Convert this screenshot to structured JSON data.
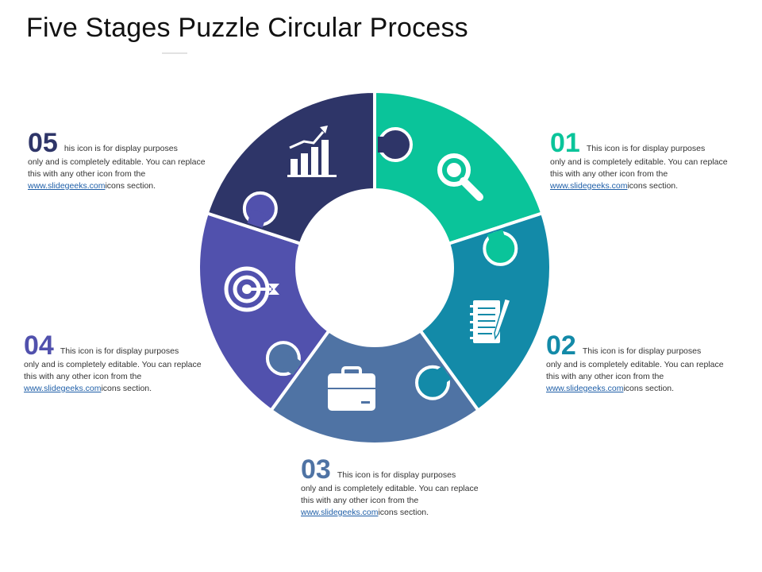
{
  "title": "Five Stages Puzzle Circular Process",
  "stages": [
    {
      "num": "01",
      "lead": "This icon is for display purposes",
      "body": "only and is completely editable. You can replace this with any other icon from the",
      "link": "www.slidegeeks.com",
      "tail": "icons section.",
      "color": "#0ac49a",
      "icon": "magnifier-icon"
    },
    {
      "num": "02",
      "lead": "This icon is for display purposes",
      "body": "only and is completely editable. You can replace this with any other icon from the",
      "link": "www.slidegeeks.com",
      "tail": "icons section.",
      "color": "#138aa8",
      "icon": "notepad-pen-icon"
    },
    {
      "num": "03",
      "lead": "This icon is for display purposes",
      "body": "only and is completely editable. You can replace this with any other icon from the",
      "link": "www.slidegeeks.com",
      "tail": "icons section.",
      "color": "#4f73a4",
      "icon": "briefcase-icon"
    },
    {
      "num": "04",
      "lead": "This icon is for display purposes",
      "body": "only and is completely editable. You can replace this with any other icon from the",
      "link": "www.slidegeeks.com",
      "tail": "icons section.",
      "color": "#5151ad",
      "icon": "target-icon"
    },
    {
      "num": "05",
      "lead": "his icon is for display purposes",
      "body": "only and is completely editable. You can replace this with any other icon from the",
      "link": "www.slidegeeks.com",
      "tail": "icons section.",
      "color": "#2e3568",
      "icon": "growth-chart-icon"
    }
  ]
}
